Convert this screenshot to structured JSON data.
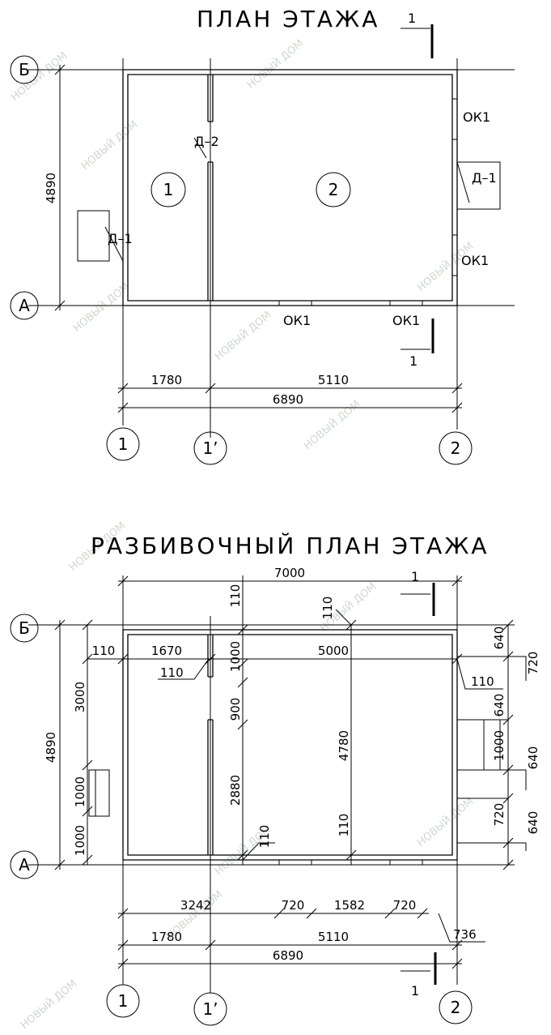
{
  "plan1": {
    "title": "ПЛАН   ЭТАЖА",
    "section_mark": "1",
    "axes": {
      "b": "Б",
      "a": "А",
      "c1": "1",
      "c1p": "1’",
      "c2": "2"
    },
    "rooms": [
      "1",
      "2"
    ],
    "labels": {
      "d2": "Д–2",
      "d1_left": "Д–1",
      "d1_right": "Д–1",
      "ok1_top": "ОК1",
      "ok1_right": "ОК1",
      "ok1_bottom_a": "ОК1",
      "ok1_bottom_b": "ОК1"
    },
    "dims": {
      "height": "4890",
      "left_span": "1780",
      "right_span": "5110",
      "total": "6890"
    }
  },
  "plan2": {
    "title": "РАЗБИВОЧНЫЙ   ПЛАН   ЭТАЖА",
    "section_mark": "1",
    "axes": {
      "b": "Б",
      "a": "А",
      "c1": "1",
      "c1p": "1’",
      "c2": "2"
    },
    "dims": {
      "top_total": "7000",
      "top_110": "110",
      "mid_110": "110",
      "left_110": "110",
      "left_1670": "1670",
      "left_5000": "5000",
      "inner_110_left": "110",
      "inner_1000": "1000",
      "inner_110_right": "110",
      "left_3000": "3000",
      "left_1000a": "1000",
      "left_1000b": "1000",
      "height": "4890",
      "mid_900": "900",
      "mid_2880": "2880",
      "mid_110_bottom": "110",
      "center_4780": "4780",
      "center_110": "110",
      "right_640a": "640",
      "right_720a": "720",
      "right_640b": "640",
      "right_1000": "1000",
      "right_640c": "640",
      "right_720b": "720",
      "right_640d": "640",
      "bottom_3242": "3242",
      "bottom_720a": "720",
      "bottom_1582": "1582",
      "bottom_720b": "720",
      "bottom_736": "736",
      "left_span": "1780",
      "right_span": "5110",
      "total": "6890"
    }
  },
  "watermark": "НОВЫЙ ДОМ"
}
